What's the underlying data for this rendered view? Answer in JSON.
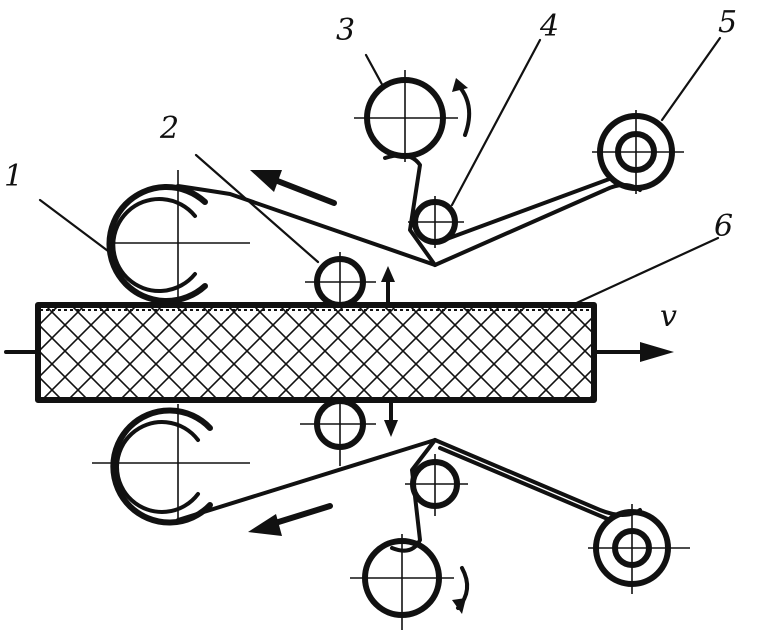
{
  "labels": {
    "l1": "1",
    "l2": "2",
    "l3": "3",
    "l4": "4",
    "l5": "5",
    "l6": "6",
    "velocity": "v"
  }
}
